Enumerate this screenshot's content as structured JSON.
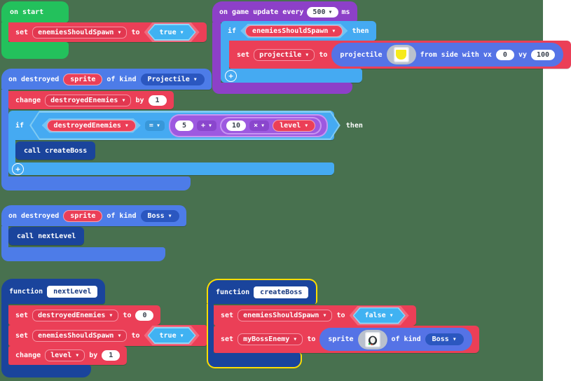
{
  "ui": {
    "caret": "▾",
    "plus": "+"
  },
  "colors": {
    "workspace_bg": "#48714f",
    "loops_green": "#23c15c",
    "game_purple": "#8d40c8",
    "variables_red": "#eb3f57",
    "logic_blue": "#45aaf2",
    "boolean_blue": "#40b2f2",
    "sprites_blue": "#4d7ce8",
    "inner_sprite_indigo": "#5573e6",
    "math_purple": "#9d59e0",
    "functions_navy": "#1a449c",
    "kind_pill_navy": "#2b57c0",
    "selection_yellow": "#fedd00"
  },
  "on_start": {
    "title": "on start",
    "set": {
      "kw": "set",
      "var": "enemiesShouldSpawn",
      "to": "to",
      "value": "true"
    }
  },
  "game_update": {
    "title_pre": "on game update every",
    "interval": "500",
    "title_post": "ms",
    "if_kw": "if",
    "condition": "enemiesShouldSpawn",
    "then_kw": "then",
    "set": {
      "kw": "set",
      "var": "projectile",
      "to": "to"
    },
    "projectile": {
      "kw": "projectile",
      "from": "from side with vx",
      "vx": "0",
      "vy_label": "vy",
      "vy": "100"
    }
  },
  "destroyed_projectile": {
    "pre": "on destroyed",
    "sprite": "sprite",
    "of_kind": "of kind",
    "kind": "Projectile",
    "change": {
      "kw": "change",
      "var": "destroyedEnemies",
      "by": "by",
      "value": "1"
    },
    "if_kw": "if",
    "then_kw": "then",
    "cmp": {
      "left": "destroyedEnemies",
      "op": "=",
      "n1": "5",
      "op1": "+",
      "n2": "10",
      "op2": "×",
      "right_var": "level"
    },
    "call": "call createBoss"
  },
  "destroyed_boss": {
    "pre": "on destroyed",
    "sprite": "sprite",
    "of_kind": "of kind",
    "kind": "Boss",
    "call": "call nextLevel"
  },
  "fn_next_level": {
    "kw": "function",
    "name": "nextLevel",
    "set1": {
      "kw": "set",
      "var": "destroyedEnemies",
      "to": "to",
      "value": "0"
    },
    "set2": {
      "kw": "set",
      "var": "enemiesShouldSpawn",
      "to": "to",
      "value": "true"
    },
    "change": {
      "kw": "change",
      "var": "level",
      "by": "by",
      "value": "1"
    }
  },
  "fn_create_boss": {
    "kw": "function",
    "name": "createBoss",
    "set1": {
      "kw": "set",
      "var": "enemiesShouldSpawn",
      "to": "to",
      "value": "false"
    },
    "set2": {
      "kw": "set",
      "var": "myBossEnemy",
      "to": "to"
    },
    "sprite_block": {
      "kw": "sprite",
      "of_kind": "of kind",
      "kind": "Boss"
    }
  }
}
